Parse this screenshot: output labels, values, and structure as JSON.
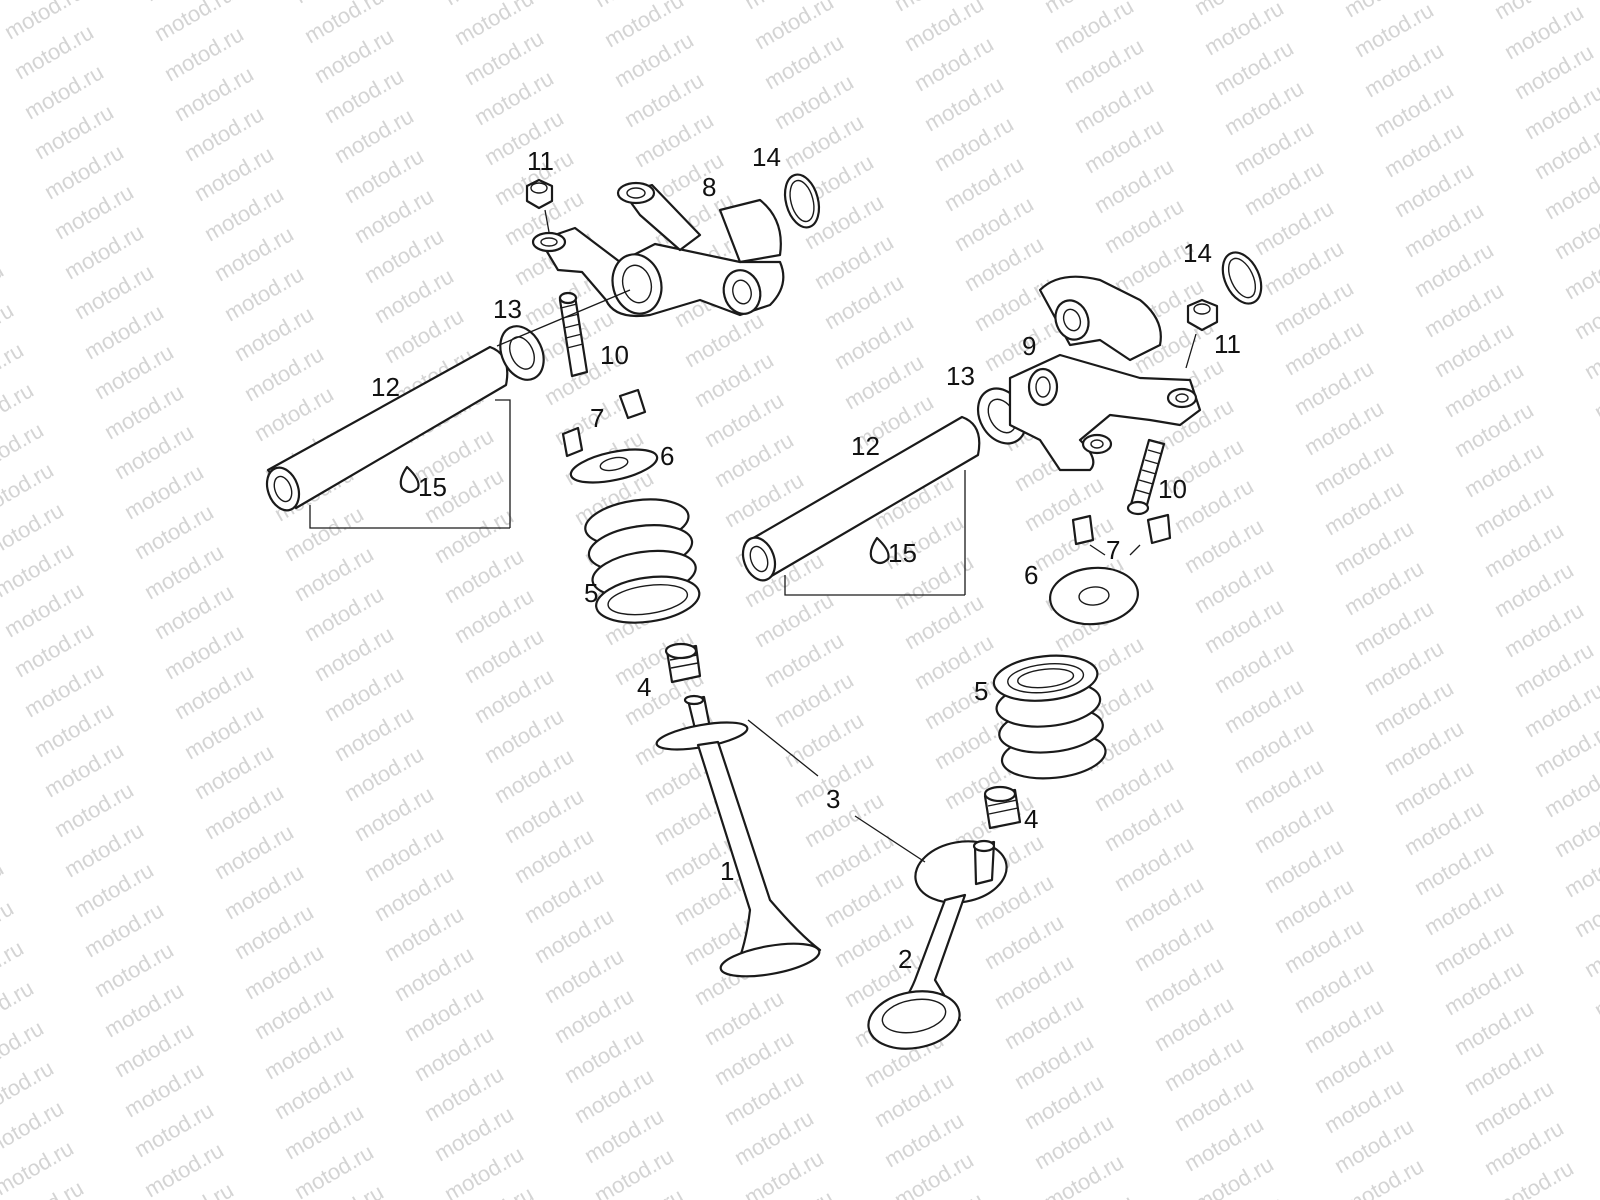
{
  "watermark": "motod.ru",
  "labels": {
    "l1": "1",
    "l2": "2",
    "l3": "3",
    "l4a": "4",
    "l4b": "4",
    "l5a": "5",
    "l5b": "5",
    "l6a": "6",
    "l6b": "6",
    "l7a": "7",
    "l7b": "7",
    "l8": "8",
    "l9": "9",
    "l10a": "10",
    "l10b": "10",
    "l11a": "11",
    "l11b": "11",
    "l12a": "12",
    "l12b": "12",
    "l13a": "13",
    "l13b": "13",
    "l14a": "14",
    "l14b": "14",
    "l15a": "15",
    "l15b": "15"
  },
  "colors": {
    "line": "#1a1a1a",
    "watermark": "#d4d4d4",
    "background": "#ffffff"
  }
}
